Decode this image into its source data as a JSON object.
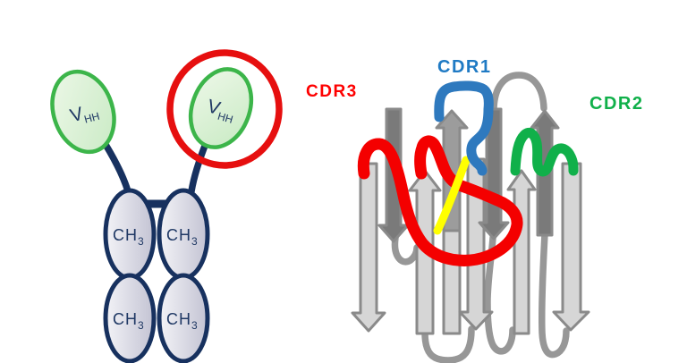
{
  "figure": {
    "background": "#ffffff"
  },
  "antibody": {
    "vhh_left": {
      "label_main": "V",
      "label_sub": "HH"
    },
    "vhh_right": {
      "label_main": "V",
      "label_sub": "HH"
    },
    "ch3_top_left": {
      "label_main": "CH",
      "label_sub": "3"
    },
    "ch3_top_right": {
      "label_main": "CH",
      "label_sub": "3"
    },
    "ch3_bottom_left": {
      "label_main": "CH",
      "label_sub": "3"
    },
    "ch3_bottom_right": {
      "label_main": "CH",
      "label_sub": "3"
    },
    "colors": {
      "vhh_border": "#3cb54a",
      "domain_outline": "#17315f",
      "label_text": "#1f3864",
      "highlight_circle": "#e60f0f"
    }
  },
  "fold": {
    "labels": {
      "cdr1": {
        "text": "CDR1",
        "color": "#1f7ac4"
      },
      "cdr2": {
        "text": "CDR2",
        "color": "#10b04a"
      },
      "cdr3": {
        "text": "CDR3",
        "color": "#fe0000"
      }
    },
    "loops": {
      "cdr1": "#2e79be",
      "cdr2": "#10b04a",
      "cdr3": "#f40000",
      "disulfide": "#ffff00"
    },
    "strands": {
      "light": "#d6d6d6",
      "medium": "#9c9c9c",
      "dark": "#7a7a7a",
      "outline": "#8a8a8a",
      "connector": "#979797"
    }
  }
}
